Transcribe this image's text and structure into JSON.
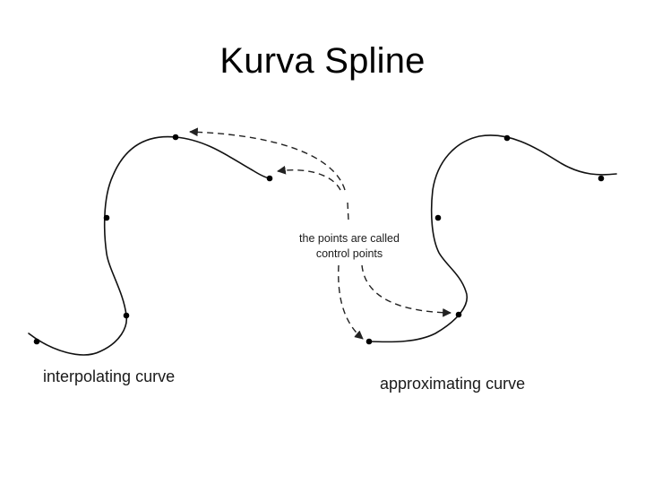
{
  "slide": {
    "title": "Kurva Spline"
  },
  "diagram": {
    "interpolating_label": "interpolating curve",
    "approximating_label": "approximating curve",
    "callout_line1": "the points are called",
    "callout_line2": "control points",
    "stroke_color": "#111111",
    "point_color": "#000000"
  }
}
